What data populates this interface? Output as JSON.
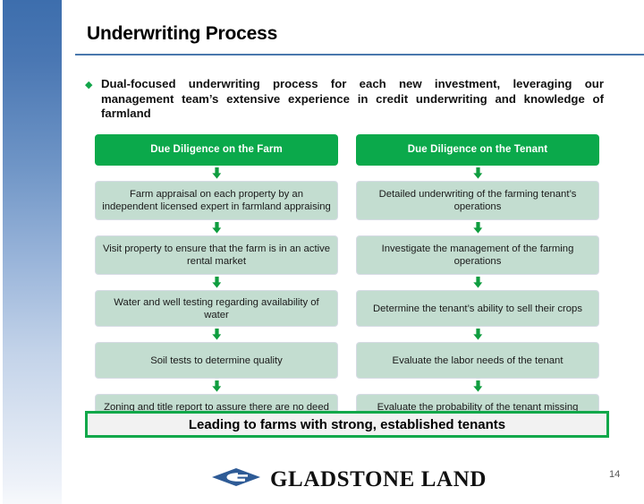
{
  "slide": {
    "title": "Underwriting Process",
    "page_number": "14",
    "accent_blue": "#4a78ad",
    "accent_green": "#0ba94b",
    "step_fill": "#c3ddd0"
  },
  "bullet": {
    "marker": "diamond-bullet",
    "text": "Dual-focused underwriting process for each new investment, leveraging our management team’s extensive experience in credit underwriting and knowledge of farmland"
  },
  "columns": [
    {
      "header": "Due Diligence on the Farm",
      "steps": [
        "Farm appraisal on each property by an independent licensed expert in farmland appraising",
        "Visit property to ensure that the farm is in an active rental market",
        "Water and well testing regarding availability of water",
        "Soil tests to determine quality",
        "Zoning and title report to assure there are no deed problems"
      ]
    },
    {
      "header": "Due Diligence on the Tenant",
      "steps": [
        "Detailed underwriting of the farming tenant’s operations",
        "Investigate the management of the farming operations",
        "Determine the tenant’s ability to sell their crops",
        "Evaluate the labor needs of the tenant",
        "Evaluate the probability of the tenant missing future rental payments (probability of default)"
      ]
    }
  ],
  "conclusion": {
    "text": "Leading to farms with strong, established tenants"
  },
  "footer": {
    "logo_mark": "gladstone-diamond-logo-icon",
    "logo_text": "GLADSTONE LAND"
  }
}
